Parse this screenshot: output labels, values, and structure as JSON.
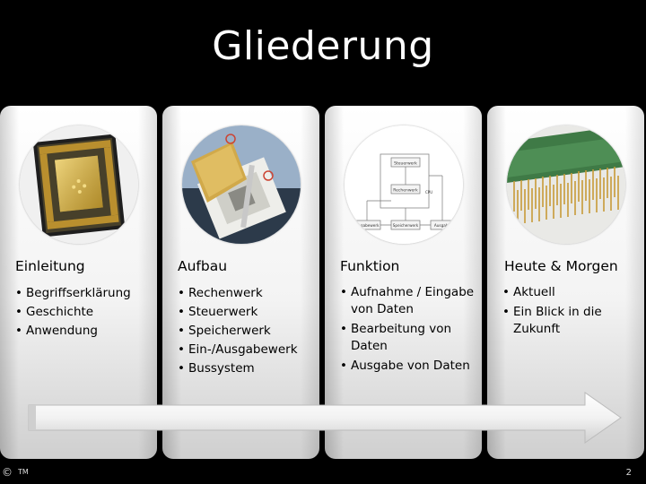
{
  "slide": {
    "title": "Gliederung",
    "copyright": "©",
    "trademark": "TM",
    "page_number": "2"
  },
  "columns": [
    {
      "heading": "Einleitung",
      "bullets": [
        "Begriffserklärung",
        "Geschichte",
        "Anwendung"
      ]
    },
    {
      "heading": "Aufbau",
      "bullets": [
        "Rechenwerk",
        "Steuerwerk",
        "Speicherwerk",
        "Ein-/Ausgabewerk",
        "Bussystem"
      ]
    },
    {
      "heading": "Funktion",
      "bullets": [
        "Aufnahme / Eingabe von Daten",
        "Bearbeitung von Daten",
        "Ausgabe von Daten"
      ]
    },
    {
      "heading": "Heute & Morgen",
      "bullets": [
        "Aktuell",
        "Ein Blick in die Zukunft"
      ]
    }
  ],
  "diagram": {
    "steuerwerk": "Steuerwerk",
    "rechenwerk": "Rechenwerk",
    "cpu": "CPU",
    "eingabewerk": "Eingabewerk",
    "speicherwerk": "Speicherwerk",
    "ausgabe": "Ausgabe"
  },
  "colors": {
    "background": "#000000",
    "title": "#ffffff",
    "chip_gold": "#c9a13a",
    "chip_dark": "#2a2a2a"
  }
}
